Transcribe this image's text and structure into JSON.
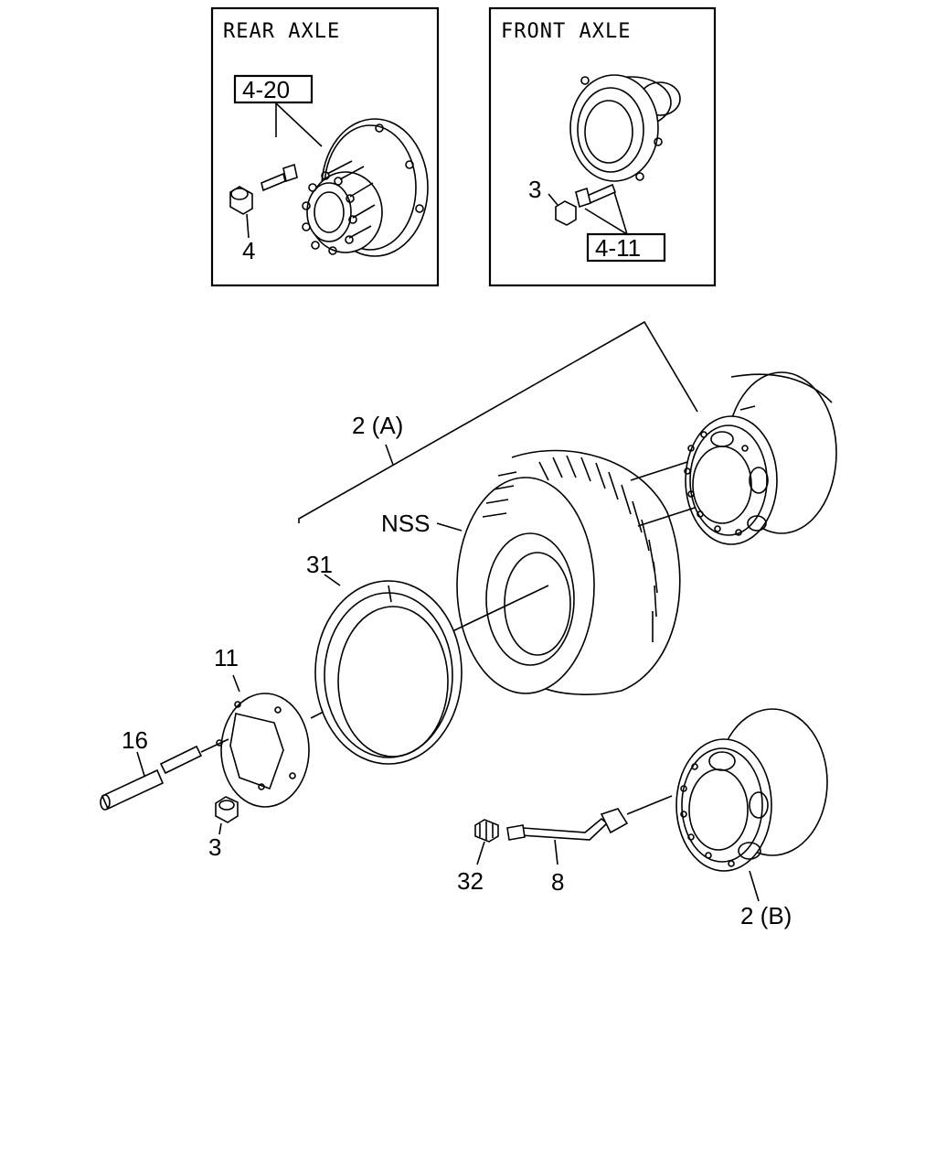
{
  "insets": {
    "rear": {
      "title": "REAR AXLE",
      "ref": "4-20",
      "part": "4"
    },
    "front": {
      "title": "FRONT AXLE",
      "ref": "4-11",
      "part": "3"
    }
  },
  "labels": {
    "assembly_a": "2 (A)",
    "assembly_b": "2 (B)",
    "tire": "NSS",
    "ring": "31",
    "cover": "11",
    "stud": "16",
    "nut": "3",
    "valve_cap": "32",
    "extension": "8"
  }
}
